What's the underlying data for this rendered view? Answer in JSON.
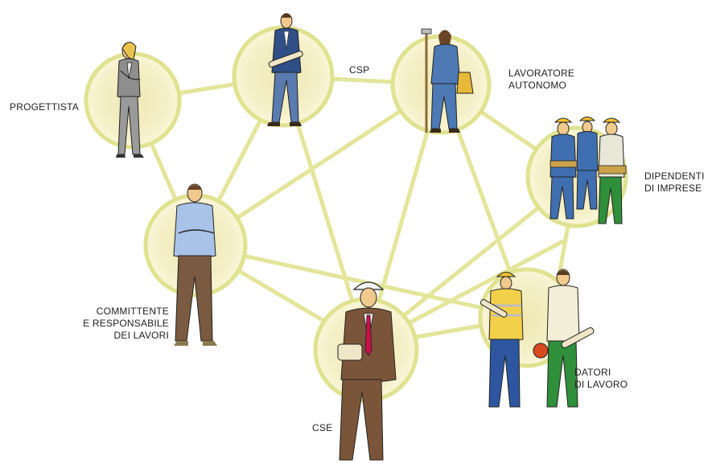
{
  "roles": {
    "progettista": "PROGETTISTA",
    "csp": "CSP",
    "lavoratore_autonomo": "LAVORATORE\nAUTONOMO",
    "dipendenti": "DIPENDENTI\nDI IMPRESE",
    "committente": "COMMITTENTE\nE RESPONSABILE\nDEI LAVORI",
    "datori": "DATORI\nDI LAVORO",
    "cse": "CSE"
  },
  "colors": {
    "line": "#e3e59a",
    "ring": "#dfe28f",
    "disc_outer": "#fbf6d8",
    "disc_inner": "#efe9b4",
    "text": "#222222"
  },
  "icons": {
    "progettista": "woman-designer-figure",
    "csp": "man-with-plans-figure",
    "lavoratore_autonomo": "worker-with-tools-figure",
    "dipendenti": "group-of-workers-figure",
    "committente": "client-man-figure",
    "datori": "employers-pair-figure",
    "cse": "coordinator-with-helmet-figure"
  }
}
